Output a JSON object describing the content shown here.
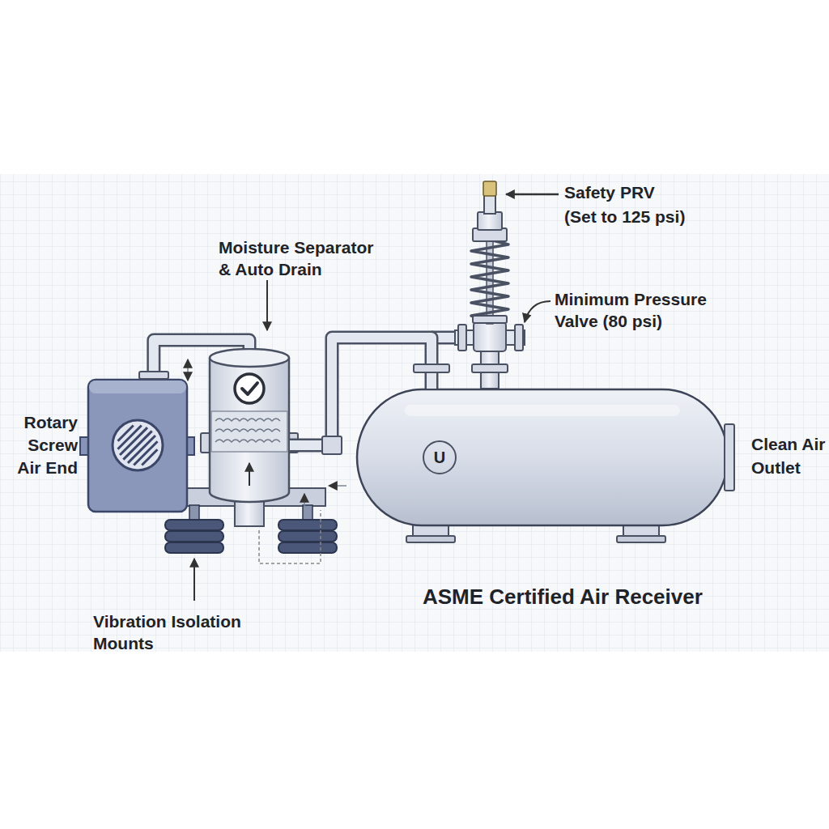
{
  "diagram": {
    "nodes": [
      {
        "text": [
          "Rotary Screw Air End"
        ]
      },
      {
        "text": [
          "Moisture Separator & Auto Drain"
        ]
      },
      {
        "text": [
          "ASME Certified Air Receiver"
        ]
      }
    ],
    "edges": [
      {
        "from": 0,
        "to": 1,
        "arrow": "none"
      },
      {
        "from": 1,
        "to": 2,
        "arrow": "none"
      }
    ],
    "labels": [
      "Safety PRV (Set to 125 psi)",
      "Minimum Pressure Valve (80 psi)",
      "U",
      "Clean Air Outlet",
      "Vibration Isolation Mounts"
    ]
  }
}
